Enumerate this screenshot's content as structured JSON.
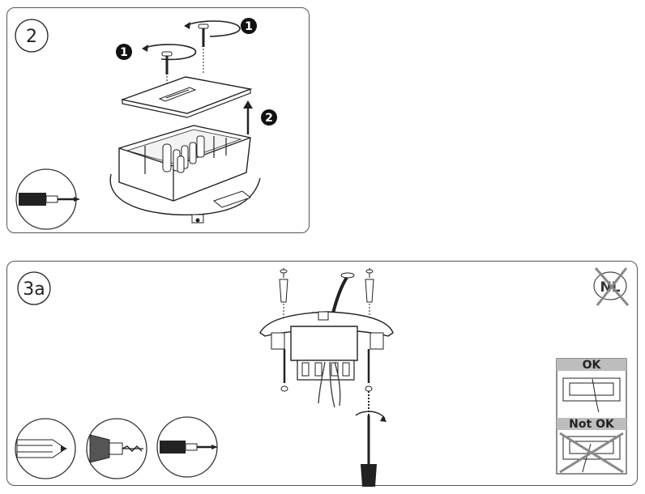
{
  "panel_2": {
    "step_label": "2",
    "callouts": [
      "1",
      "1",
      "2"
    ]
  },
  "panel_3a": {
    "step_label": "3a",
    "country_mark": "NL",
    "ok_label": "OK",
    "not_ok_label": "Not OK"
  },
  "tools": [
    "screwdriver-icon",
    "pencil-icon",
    "drill-icon",
    "screwdriver-icon"
  ],
  "colors": {
    "line": "#222222",
    "badge": "#111111",
    "label_bar": "#bdbdbd",
    "cross": "#8a8a8a"
  }
}
